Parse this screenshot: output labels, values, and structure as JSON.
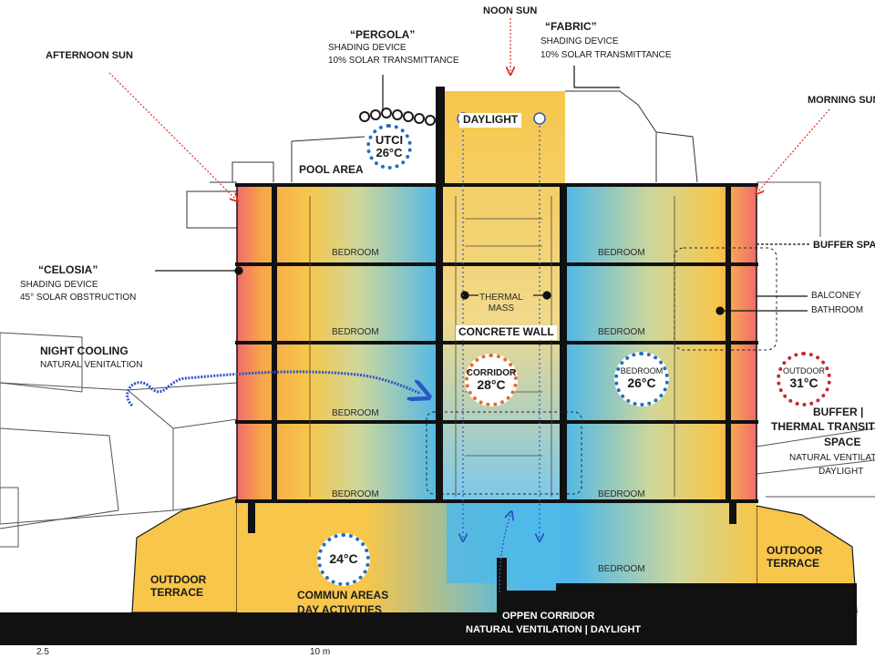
{
  "colors": {
    "hot": "#f06b6b",
    "warm": "#f7c64a",
    "cool": "#4fb8e8",
    "outline": "#1a1a1a",
    "badge_blue": "#1f6fc4",
    "badge_orange": "#e8692a",
    "badge_red": "#c62828",
    "arrow_red": "#d32f2f",
    "arrow_blue": "#2a56c6"
  },
  "sun": {
    "afternoon": "AFTERNOON SUN",
    "noon": "NOON SUN",
    "morning": "MORNING SUN"
  },
  "pergola": {
    "title": "“PERGOLA”",
    "line1": "SHADING DEVICE",
    "line2": "10% SOLAR TRANSMITTANCE"
  },
  "fabric": {
    "title": "“FABRIC”",
    "line1": "SHADING DEVICE",
    "line2": "10% SOLAR TRANSMITTANCE"
  },
  "celosia": {
    "title": "“CELOSIA”",
    "line1": "SHADING DEVICE",
    "line2": "45° SOLAR OBSTRUCTION"
  },
  "night": {
    "title": "NIGHT COOLING",
    "sub": "NATURAL VENITALTION"
  },
  "daylight": "DAYLIGHT",
  "pool": "POOL AREA",
  "rooms": {
    "bedroom": "BEDROOM"
  },
  "thermal_mass": "THERMAL\nMASS",
  "concrete_wall": "CONCRETE WALL",
  "buffer_space": "BUFFER SPA",
  "balconey": "BALCONEY",
  "bathroom": "BATHROOM",
  "buffer_thermal": {
    "line1": "BUFFER |",
    "line2": "THERMAL TRANSIT",
    "line3": "SPACE",
    "sub1": "NATURAL VENTILAT",
    "sub2": "DAYLIGHT"
  },
  "badges": {
    "utci_label": "UTCI",
    "utci_temp": "26°C",
    "corridor_label": "CORRIDOR",
    "corridor_temp": "28°C",
    "bedroom_label": "BEDROOM",
    "bedroom_temp": "26°C",
    "outdoor_label": "OUTDOOR",
    "outdoor_temp": "31°C",
    "ground_temp": "24°C"
  },
  "terrace_left": "OUTDOOR\nTERRACE",
  "terrace_right": "OUTDOOR\nTERRACE",
  "common": {
    "line1": "COMMUN AREAS",
    "line2": "DAY ACTIVITIES"
  },
  "open_corridor": {
    "line1": "OPPEN CORRIDOR",
    "line2": "NATURAL VENTILATION | DAYLIGHT"
  },
  "scale": {
    "a": "2.5",
    "b": "10 m"
  }
}
